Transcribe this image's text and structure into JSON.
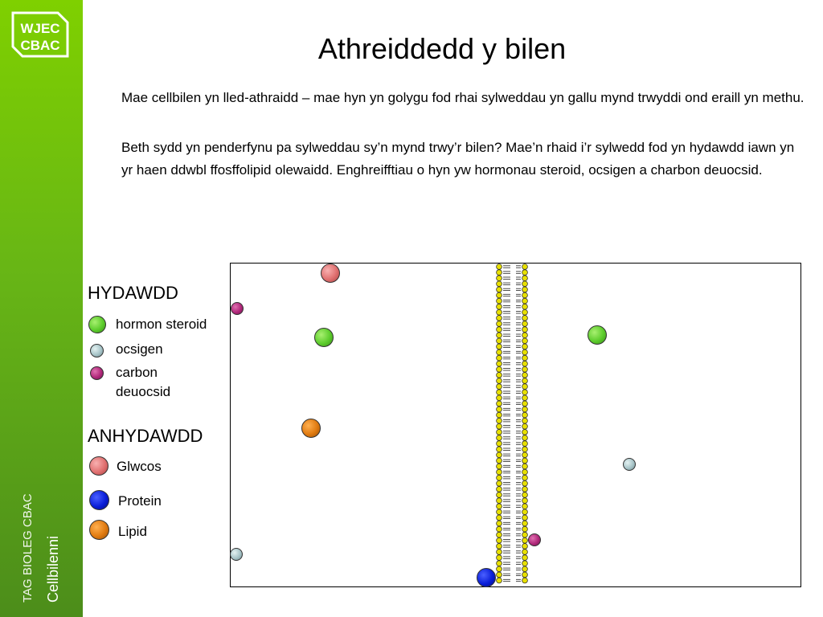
{
  "sidebar": {
    "logo_line1": "WJEC",
    "logo_line2": "CBAC",
    "course": "TAG BIOLEG CBAC",
    "topic": "Cellbilenni"
  },
  "slide": {
    "title": "Athreiddedd y bilen",
    "paragraph1": "Mae cellbilen yn lled-athraidd – mae hyn yn golygu fod rhai sylweddau yn gallu mynd trwyddi ond eraill yn methu.",
    "paragraph2": "Beth sydd yn penderfynu pa sylweddau sy’n mynd trwy’r bilen? Mae’n rhaid i’r sylwedd fod yn hydawdd iawn yn yr haen ddwbl ffosffolipid olewaidd. Enghreifftiau o hyn yw hormonau steroid, ocsigen a charbon deuocsid."
  },
  "legend": {
    "soluble_heading": "HYDAWDD",
    "soluble_items": [
      {
        "label": "hormon steroid",
        "color": "#5ccc2c"
      },
      {
        "label": "ocsigen",
        "color": "#a7c4c8"
      },
      {
        "label": "carbon deuocsid",
        "color": "#b0287a"
      }
    ],
    "insoluble_heading": "ANHYDAWDD",
    "insoluble_items": [
      {
        "label": "Glwcos",
        "color": "#e07070"
      },
      {
        "label": "Protein",
        "color": "#0a1ed8"
      },
      {
        "label": "Lipid",
        "color": "#e07a10"
      }
    ]
  },
  "colors": {
    "sidebar_top": "#7fd000",
    "sidebar_bottom": "#4c8d1a",
    "phospholipid_head": "#e8e000"
  }
}
